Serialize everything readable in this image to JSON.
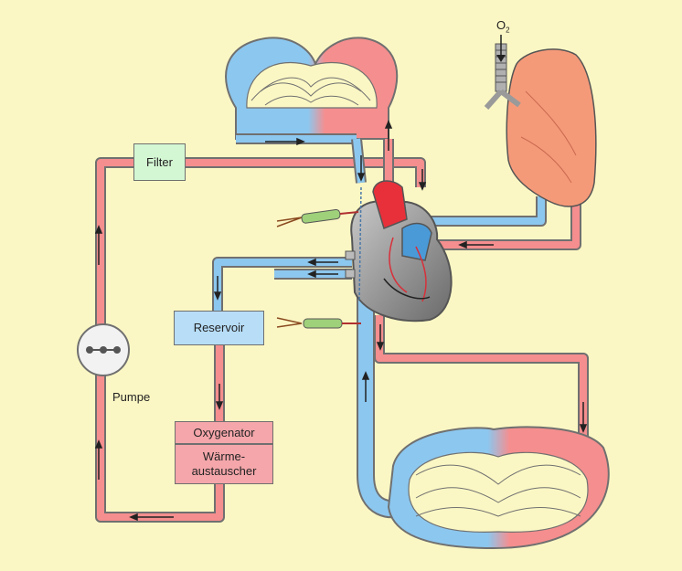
{
  "labels": {
    "filter": "Filter",
    "reservoir": "Reservoir",
    "oxygenator": "Oxygenator",
    "waermeaustauscher": "Wärme-\naustauscher",
    "pumpe": "Pumpe",
    "o2_base": "O",
    "o2_sub": "2"
  },
  "colors": {
    "background": "#fbf7c4",
    "arterial": "#f58e8e",
    "venous": "#8cc7ef",
    "outline": "#707070",
    "filter_box": "#d4f7d3",
    "reservoir_box": "#b7ddf7",
    "oxygenator_box": "#f4a6aa",
    "lung": "#f59a79",
    "heart_gray": "#9a9a9a",
    "heart_red": "#e8303a",
    "cannula_green": "#9fd07a"
  }
}
